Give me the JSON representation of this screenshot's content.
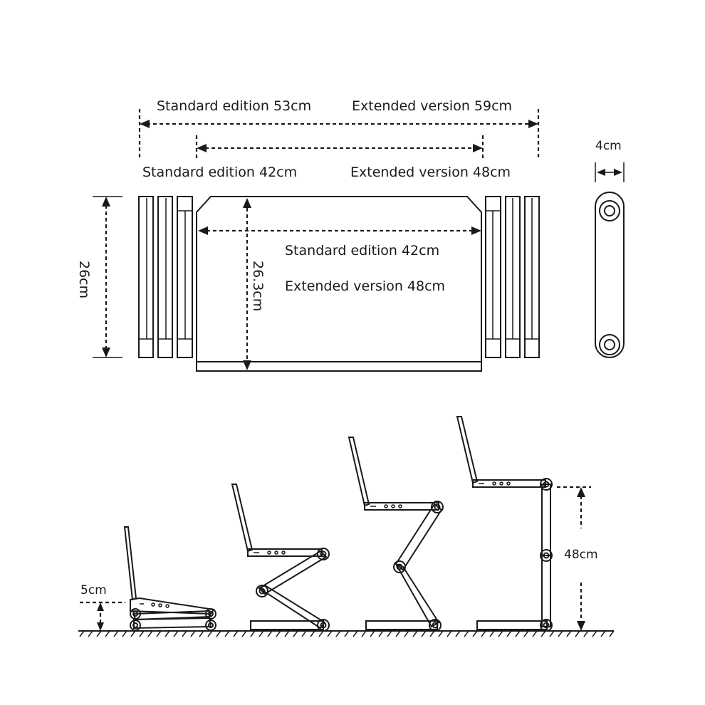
{
  "labels": {
    "top_standard": "Standard edition 53cm",
    "top_extended": "Extended version 59cm",
    "mid_standard": "Standard edition 42cm",
    "mid_extended": "Extended version 48cm",
    "tray_standard": "Standard edition 42cm",
    "tray_extended": "Extended version 48cm",
    "left_height": "26cm",
    "tray_height": "26.3cm",
    "leg_width": "4cm",
    "min_height": "5cm",
    "max_height": "48cm"
  },
  "colors": {
    "line": "#1a1a1a",
    "background": "#ffffff"
  }
}
